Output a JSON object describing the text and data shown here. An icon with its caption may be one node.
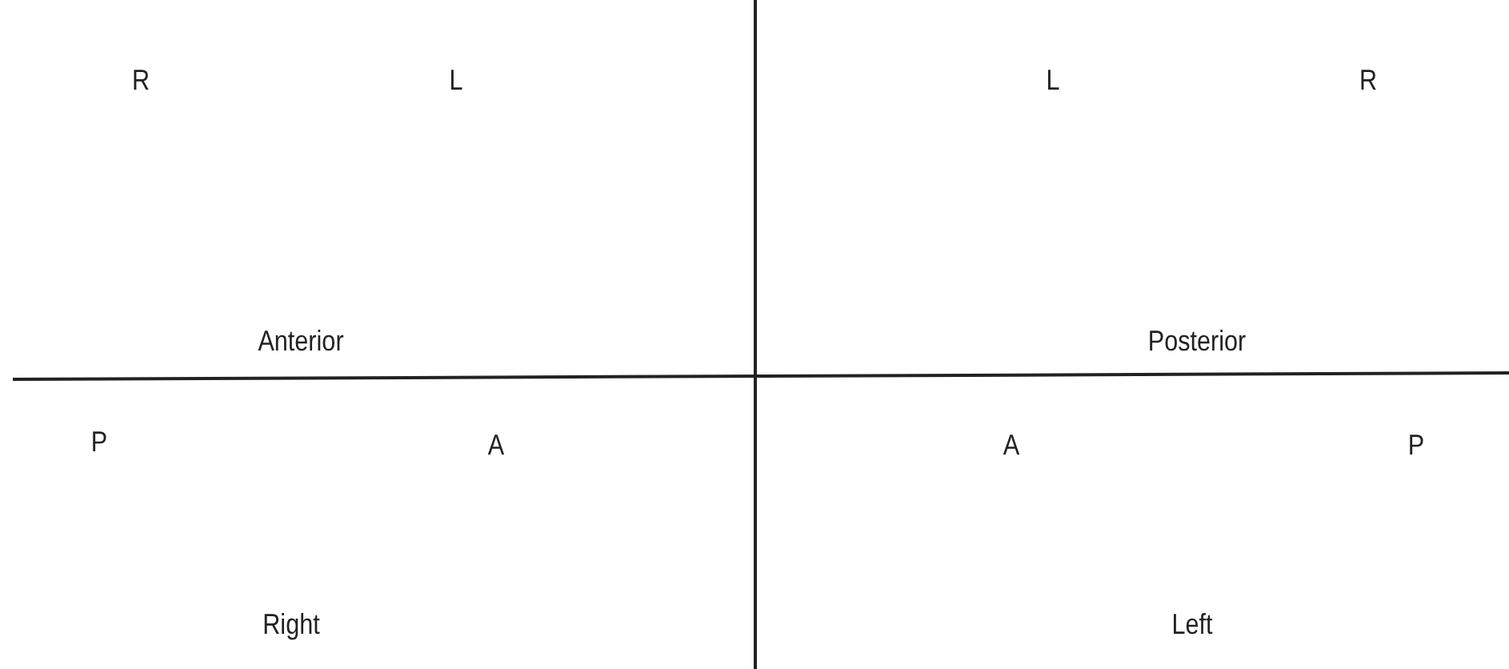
{
  "diagram": {
    "labels": [
      "R",
      "L",
      "L",
      "R",
      "Anterior",
      "Posterior",
      "P",
      "A",
      "A",
      "P",
      "Right",
      "Left"
    ]
  }
}
